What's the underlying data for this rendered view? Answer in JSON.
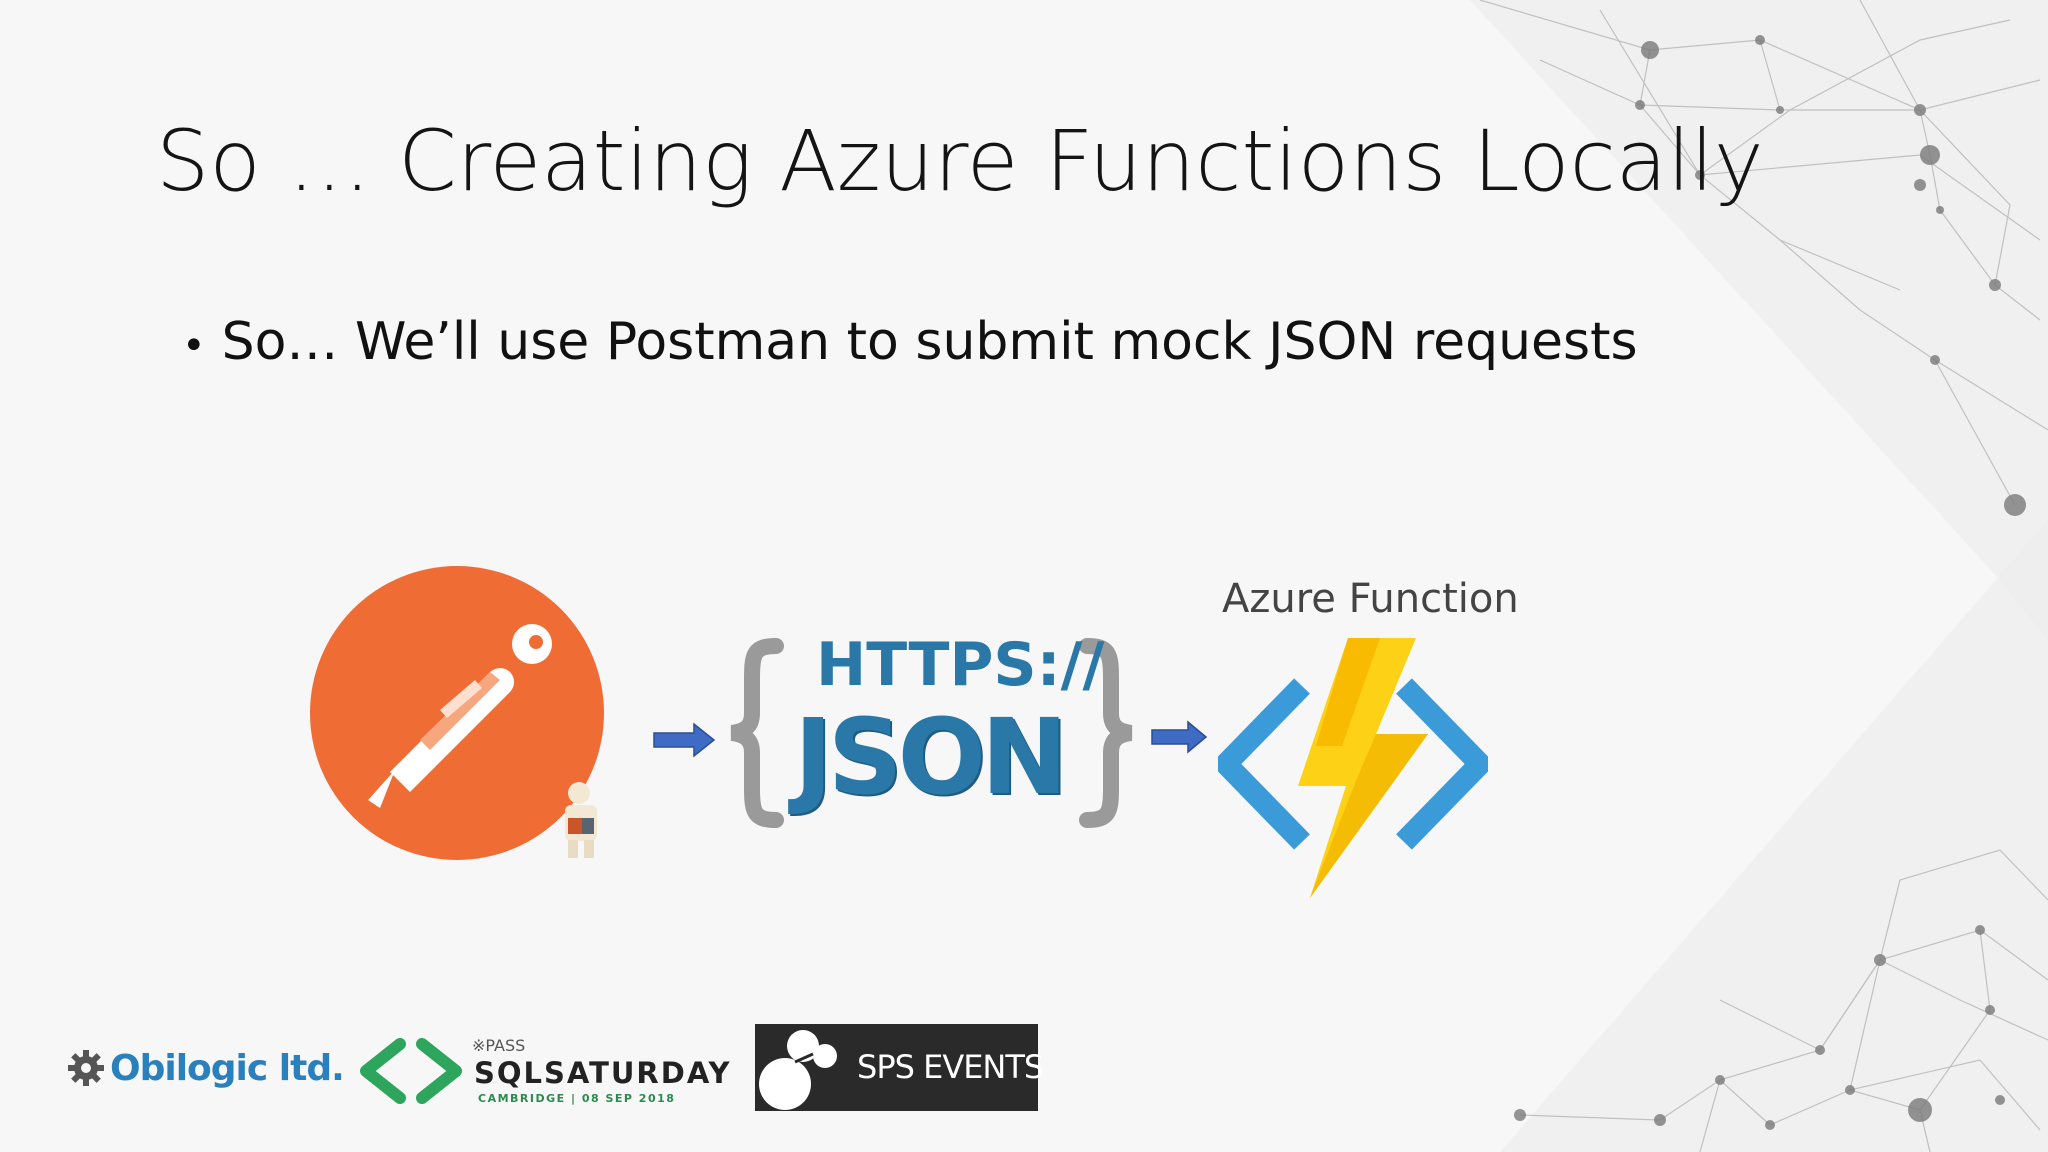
{
  "slide": {
    "title": "So … Creating Azure Functions Locally",
    "bullet": "So… We’ll use Postman to submit mock JSON requests"
  },
  "diagram": {
    "json_https": "HTTPS://",
    "json_text": "JSON",
    "azure_label": "Azure Function",
    "colors": {
      "postman": "#ef6c35",
      "arrow": "#3e6bc4",
      "json_blue": "#2a78a8",
      "brace_grey": "#9a9a9a",
      "azure_blue": "#3a9bd8",
      "bolt_yellow": "#fcd116"
    }
  },
  "footer": {
    "obilogic": "Obilogic ltd.",
    "sql_pass": "※PASS",
    "sql_main": "SQLSATURDAY",
    "sql_sub": "CAMBRIDGE | 08 SEP 2018",
    "sps": "SPS EVENTS"
  }
}
